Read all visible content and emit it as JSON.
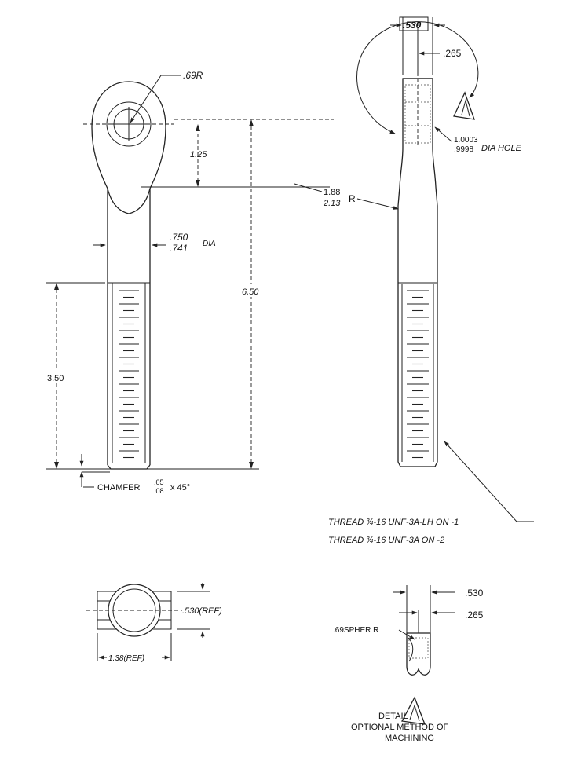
{
  "dims": {
    "eye_radius": ".69R",
    "eye_to_shank": "1.25",
    "shank_dia_max": ".750",
    "shank_dia_min": ".741",
    "dia_suffix": "DIA",
    "overall_length": "6.50",
    "thread_length": "3.50",
    "chamfer_prefix": "CHAMFER",
    "chamfer_top": ".05",
    "chamfer_bottom": ".08",
    "chamfer_suffix": "x 45°",
    "side_width": ".530",
    "side_half": ".265",
    "hole_max": "1.0003",
    "hole_min": ".9998",
    "hole_suffix": "DIA HOLE",
    "fillet_max": "1.88",
    "fillet_min": "2.13",
    "fillet_suffix": "R",
    "thread_note_1": "THREAD ¾-16 UNF-3A-LH ON -1",
    "thread_note_2": "THREAD ¾-16 UNF-3A ON -2",
    "end_width_ref": ".530(REF)",
    "end_length_ref": "1.38(REF)",
    "detail_width": ".530",
    "detail_half": ".265",
    "sphere_radius": ".69SPHER R",
    "detail_marker": "A",
    "detail_title": "DETAIL",
    "detail_caption_1": "OPTIONAL METHOD OF",
    "detail_caption_2": "MACHINING"
  }
}
